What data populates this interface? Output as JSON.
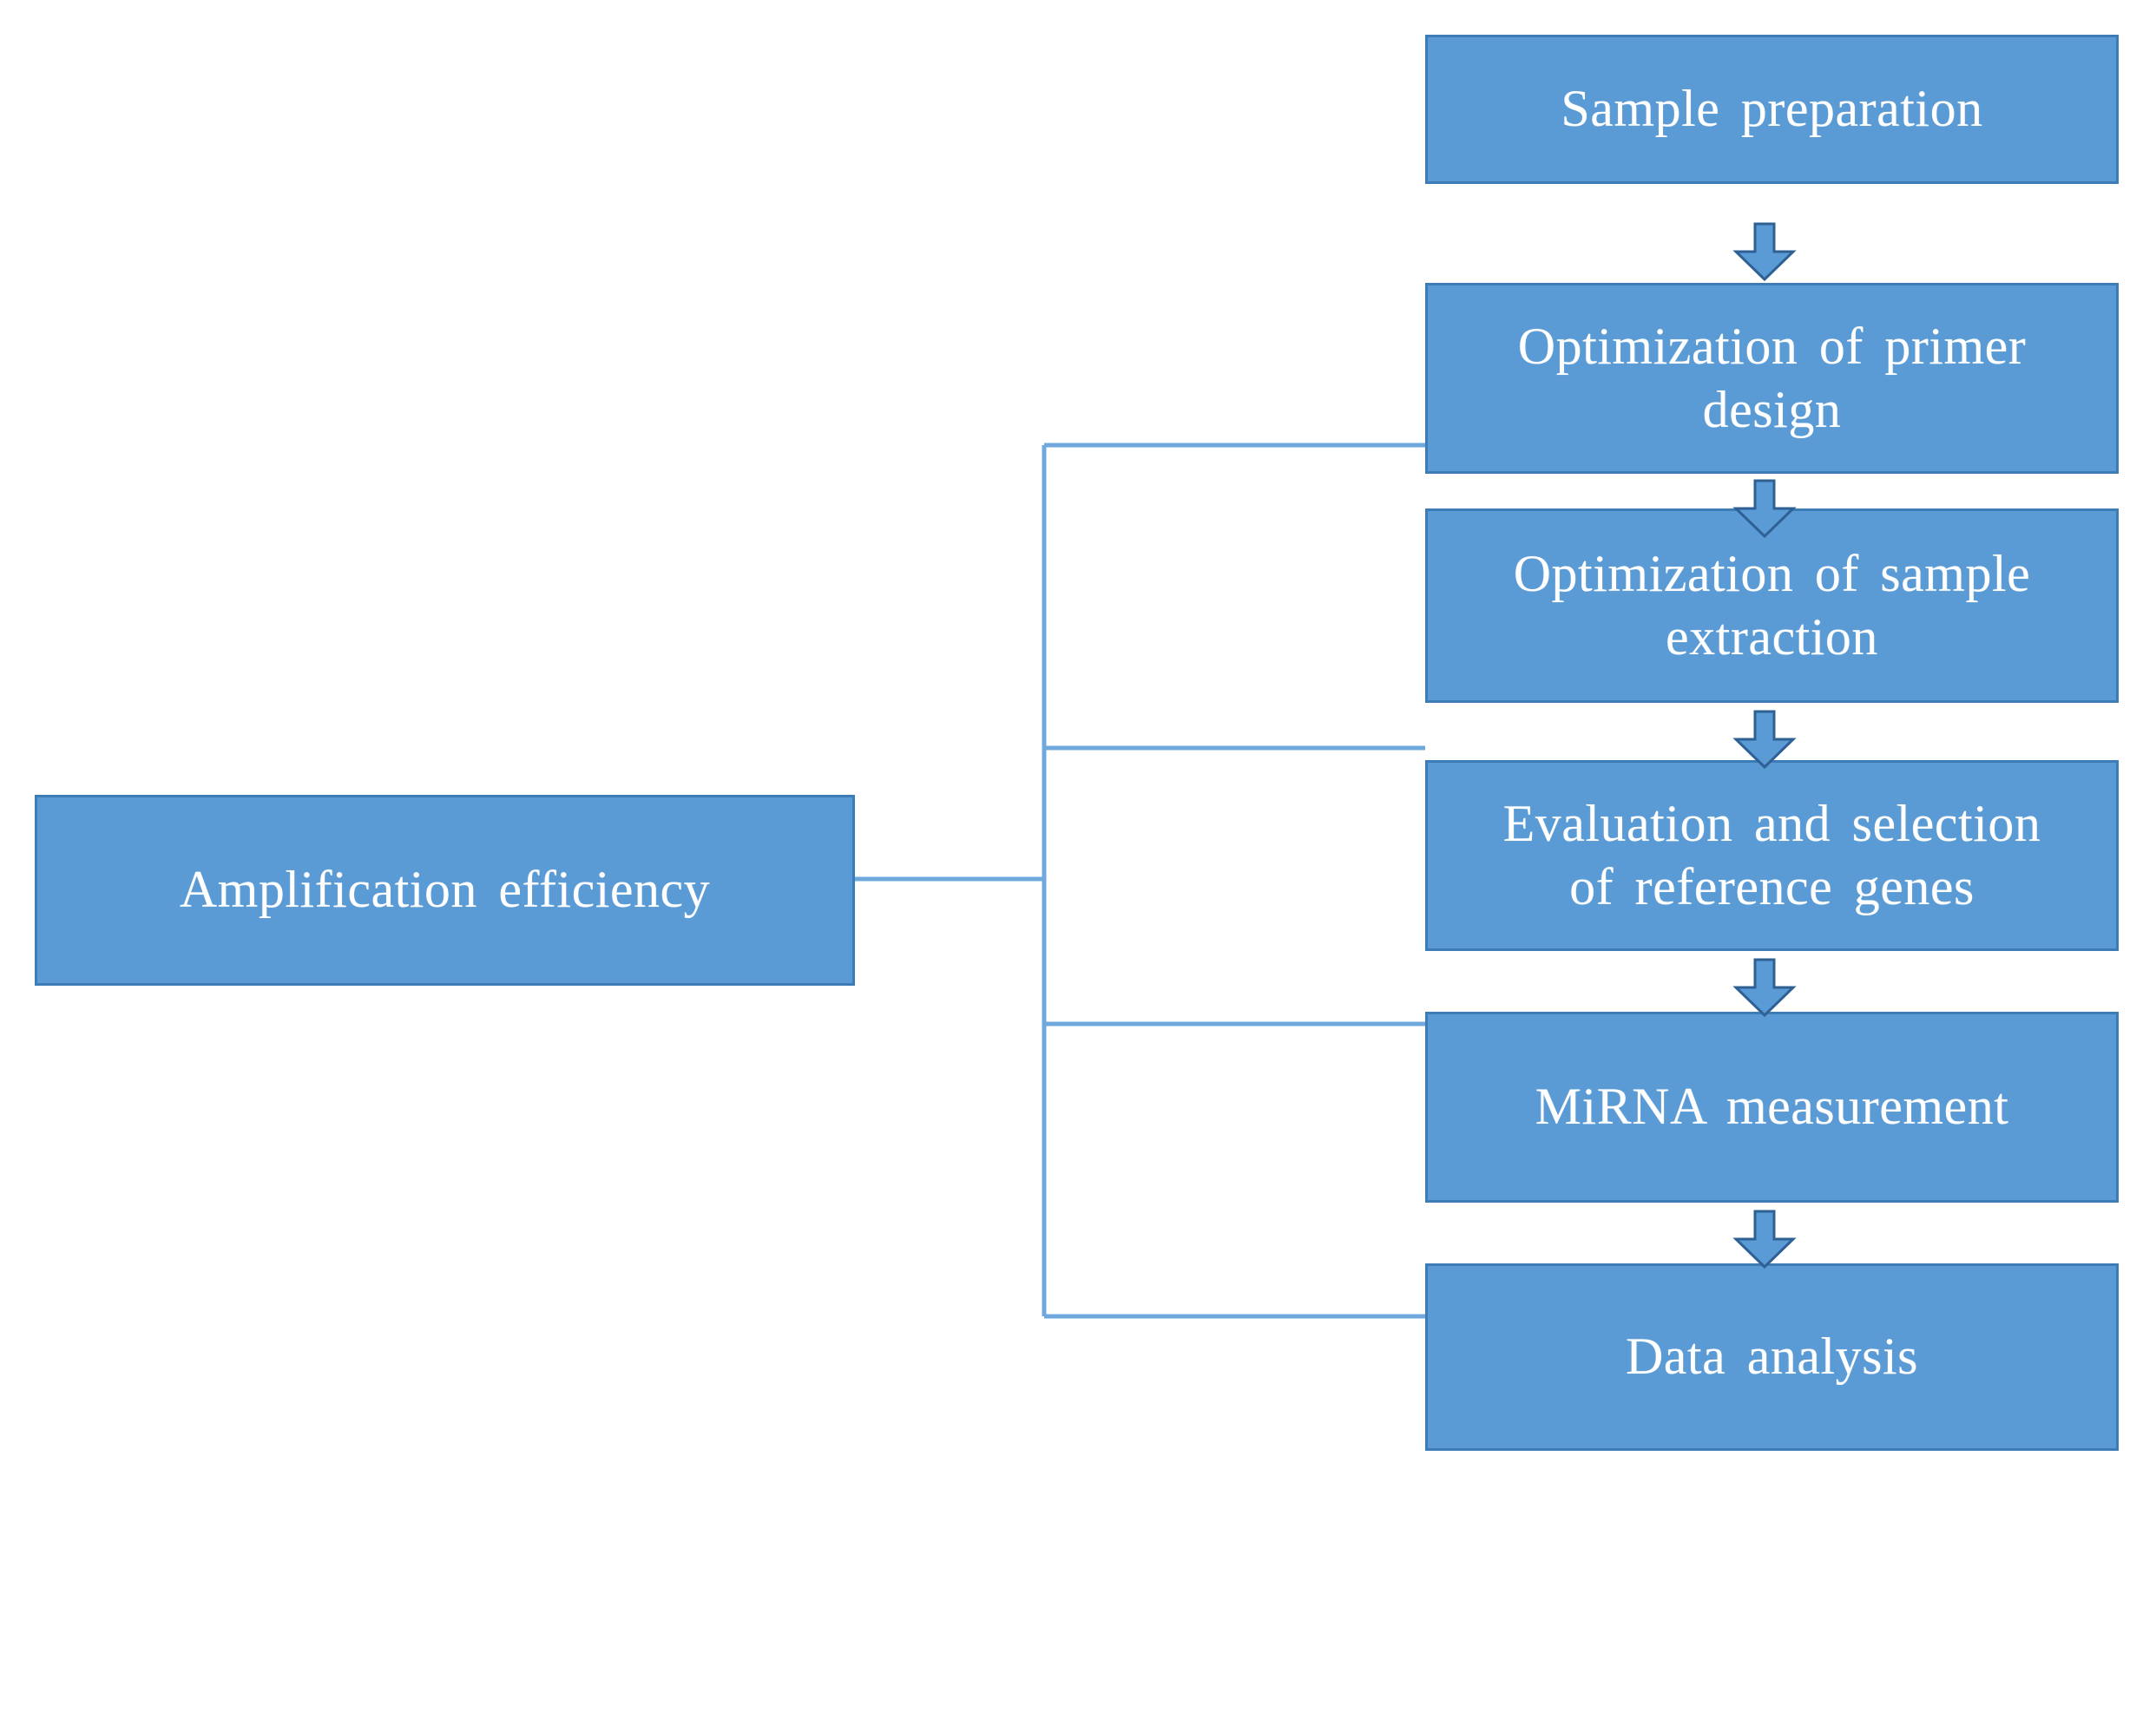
{
  "diagram": {
    "type": "flowchart",
    "title_node": {
      "id": "amplification-efficiency",
      "label": "Amplification  efficiency"
    },
    "workflow_steps": [
      {
        "id": "sample-preparation",
        "label": "Sample preparation"
      },
      {
        "id": "primer-design",
        "label": "Optimization  of  primer\ndesign"
      },
      {
        "id": "sample-extraction",
        "label": "Optimization  of  sample\nextraction"
      },
      {
        "id": "reference-genes",
        "label": "Evaluation  and  selection\nof  reference  genes"
      },
      {
        "id": "mirna-measurement",
        "label": "MiRNA measurement"
      },
      {
        "id": "data-analysis",
        "label": "Data analysis"
      }
    ],
    "arrows": [
      {
        "id": "arrow-sample-prep-to-primer-design",
        "direction": "down"
      },
      {
        "id": "arrow-primer-design-to-sample-extract",
        "direction": "down"
      },
      {
        "id": "arrow-sample-extract-to-reference-genes",
        "direction": "down"
      },
      {
        "id": "arrow-reference-genes-to-mirna",
        "direction": "down"
      },
      {
        "id": "arrow-mirna-to-data-analysis",
        "direction": "down"
      }
    ],
    "bracket_connections": [
      {
        "from": "amplification-efficiency",
        "to": "primer-design"
      },
      {
        "from": "amplification-efficiency",
        "to": "sample-extraction"
      },
      {
        "from": "amplification-efficiency",
        "to": "reference-genes"
      },
      {
        "from": "amplification-efficiency",
        "to": "mirna-measurement"
      }
    ],
    "colors": {
      "box_fill": "#5B9BD5",
      "box_border": "#3D7CB5",
      "box_text": "#FFFFFF",
      "arrow_fill": "#5B9BD5",
      "arrow_border": "#2E6094",
      "connector_line": "#6FA8DC",
      "background": "#FFFFFF"
    }
  }
}
